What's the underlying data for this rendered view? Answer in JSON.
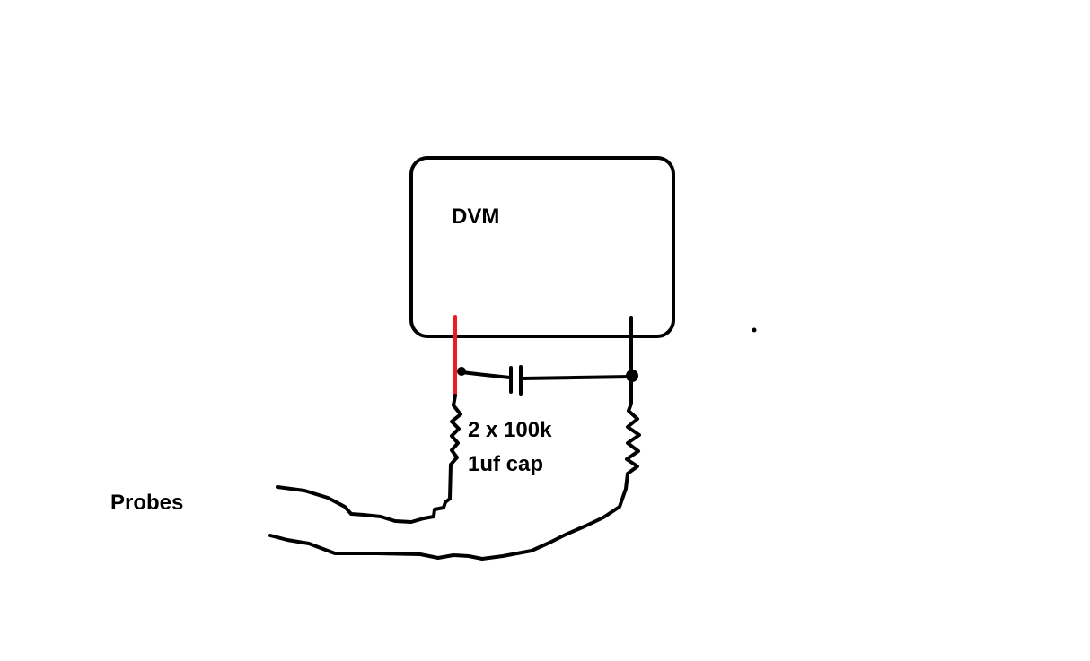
{
  "diagram": {
    "labels": {
      "meter": "DVM",
      "resistors": "2 x 100k",
      "capacitor": "1uf cap",
      "probes": "Probes"
    },
    "colors": {
      "ink": "#000000",
      "positive_lead": "#ed1c24",
      "background": "#ffffff"
    },
    "components": [
      "dvm-box",
      "positive-lead",
      "negative-lead",
      "capacitor",
      "resistor-left",
      "resistor-right",
      "probe-wire-left",
      "probe-wire-right"
    ]
  }
}
